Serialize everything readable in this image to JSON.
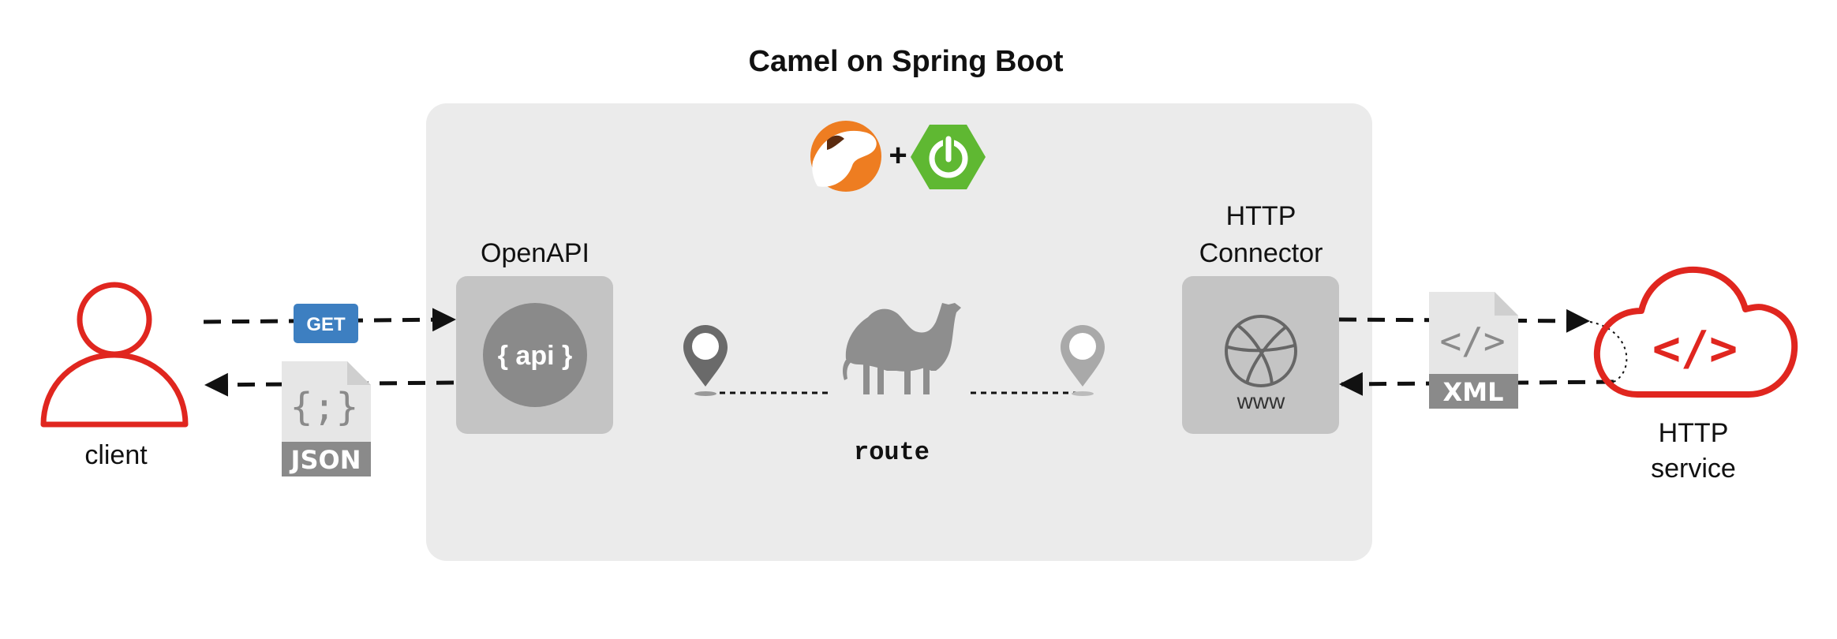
{
  "title": "Camel on Spring Boot",
  "plus": "+",
  "client": {
    "label": "client"
  },
  "request": {
    "method": "GET"
  },
  "response": {
    "format": "JSON",
    "glyph": "{;}"
  },
  "openapi": {
    "label": "OpenAPI",
    "badge": "{ api }"
  },
  "route": {
    "label": "route"
  },
  "connector": {
    "label_line1": "HTTP",
    "label_line2": "Connector",
    "sub": "www"
  },
  "payload": {
    "format": "XML",
    "glyph": "</>"
  },
  "service": {
    "label_line1": "HTTP",
    "label_line2": "service",
    "glyph": "</>"
  },
  "colors": {
    "accent_red": "#e0261f",
    "panel_bg": "#ebebeb",
    "tile_bg": "#c4c4c4",
    "get_badge": "#3d7fc1",
    "camel_orange": "#ee7d21",
    "spring_green": "#5fb832",
    "doc_gray": "#8a8a8a"
  }
}
